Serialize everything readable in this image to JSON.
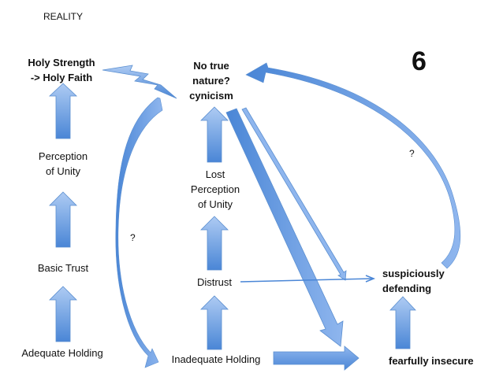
{
  "title": "REALITY",
  "slide_number": "6",
  "colors": {
    "arrow_light": "#a9c8f2",
    "arrow_dark": "#4a86d6",
    "arrow_stroke": "#5b8fd0",
    "text": "#111111"
  },
  "nodes": {
    "holy_strength": [
      "Holy Strength",
      "-> Holy Faith"
    ],
    "perception_of_unity": [
      "Perception",
      "of Unity"
    ],
    "basic_trust": [
      "Basic Trust"
    ],
    "adequate_holding": [
      "Adequate Holding"
    ],
    "no_true_nature": [
      "No true",
      "nature?",
      "cynicism"
    ],
    "lost_perception": [
      "Lost",
      "Perception",
      "of Unity"
    ],
    "distrust": [
      "Distrust"
    ],
    "inadequate_holding": [
      "Inadequate Holding"
    ],
    "suspiciously_defending": [
      "suspiciously",
      "defending"
    ],
    "fearfully_insecure": [
      "fearfully insecure"
    ]
  },
  "annotations": {
    "left_arc_question": "?",
    "right_arc_question": "?"
  },
  "edges": [
    {
      "from": "adequate_holding",
      "to": "basic_trust",
      "style": "block-arrow"
    },
    {
      "from": "basic_trust",
      "to": "perception_of_unity",
      "style": "block-arrow"
    },
    {
      "from": "perception_of_unity",
      "to": "holy_strength",
      "style": "block-arrow"
    },
    {
      "from": "holy_strength",
      "to": "no_true_nature",
      "style": "lightning"
    },
    {
      "from": "no_true_nature",
      "to": "inadequate_holding",
      "style": "curved-arrow",
      "label": "?"
    },
    {
      "from": "inadequate_holding",
      "to": "distrust",
      "style": "block-arrow"
    },
    {
      "from": "distrust",
      "to": "lost_perception",
      "style": "block-arrow"
    },
    {
      "from": "lost_perception",
      "to": "no_true_nature",
      "style": "block-arrow"
    },
    {
      "from": "no_true_nature",
      "to": "fearfully_insecure",
      "style": "wide-diagonal-arrow"
    },
    {
      "from": "no_true_nature",
      "to": "suspiciously_defending",
      "style": "thin-diagonal-arrow"
    },
    {
      "from": "distrust",
      "to": "suspiciously_defending",
      "style": "line-arrow"
    },
    {
      "from": "inadequate_holding",
      "to": "fearfully_insecure",
      "style": "block-arrow"
    },
    {
      "from": "fearfully_insecure",
      "to": "suspiciously_defending",
      "style": "block-arrow"
    },
    {
      "from": "suspiciously_defending",
      "to": "no_true_nature",
      "style": "curved-arrow",
      "label": "?"
    }
  ]
}
